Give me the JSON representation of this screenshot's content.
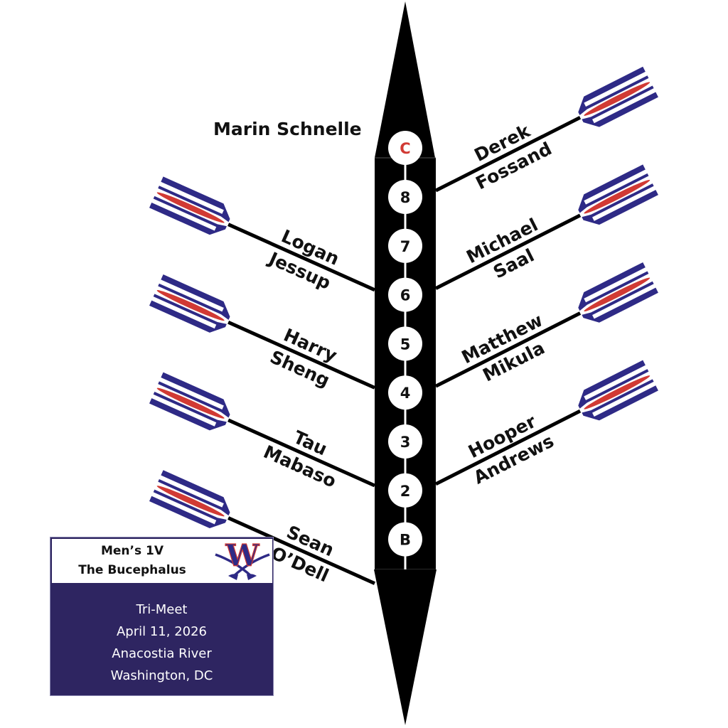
{
  "colors": {
    "hull": "#000000",
    "blade_primary": "#2e2a86",
    "blade_stripe": "#d13a34",
    "seat_circle": "#ffffff",
    "cox_letter": "#d13a34",
    "info_bg": "#2e2561",
    "info_text": "#ffffff"
  },
  "coxswain": {
    "seat": "C",
    "name": "Marin Schnelle"
  },
  "seats": [
    {
      "seat": "8",
      "side": "starboard-right",
      "first": "Derek",
      "last": "Fossand"
    },
    {
      "seat": "7",
      "side": "port-left",
      "first": "Logan",
      "last": "Jessup"
    },
    {
      "seat": "6",
      "side": "starboard-right",
      "first": "Michael",
      "last": "Saal"
    },
    {
      "seat": "5",
      "side": "port-left",
      "first": "Harry",
      "last": "Sheng"
    },
    {
      "seat": "4",
      "side": "starboard-right",
      "first": "Matthew",
      "last": "Mikula"
    },
    {
      "seat": "3",
      "side": "port-left",
      "first": "Tau",
      "last": "Mabaso"
    },
    {
      "seat": "2",
      "side": "starboard-right",
      "first": "Hooper",
      "last": "Andrews"
    },
    {
      "seat": "B",
      "side": "port-left",
      "first": "Sean",
      "last": "O’Dell"
    }
  ],
  "info": {
    "title_line1": "Men’s 1V",
    "title_line2": "The Bucephalus",
    "logo": "W-crossed-sabers-logo",
    "logo_letter": "W",
    "event": "Tri-Meet",
    "date": "April 11, 2026",
    "venue": "Anacostia River",
    "location": "Washington, DC"
  }
}
